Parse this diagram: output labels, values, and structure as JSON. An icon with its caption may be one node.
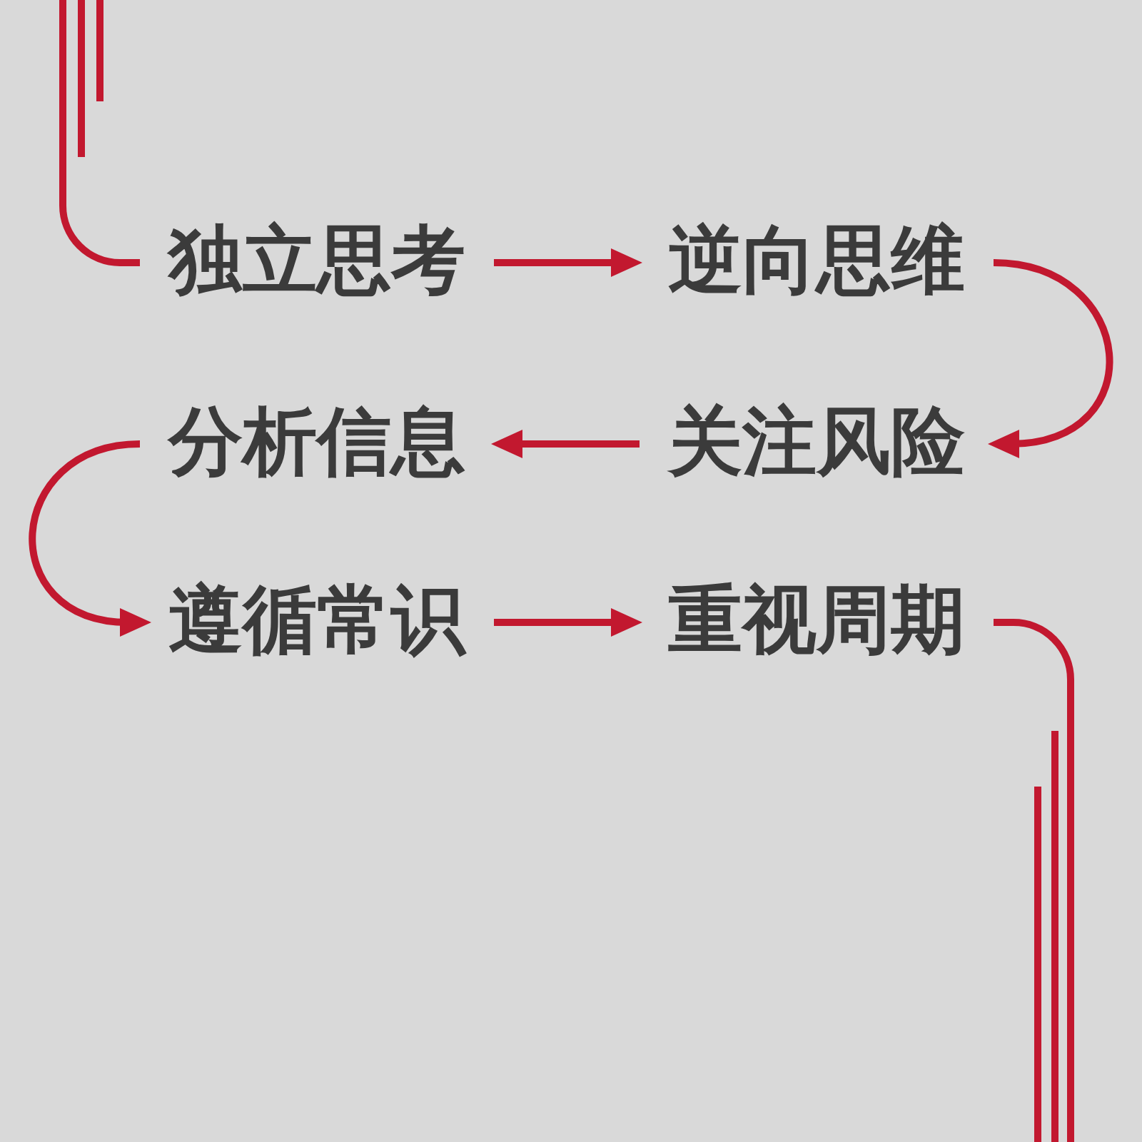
{
  "diagram": {
    "nodes": [
      {
        "text": [
          "独立思考"
        ]
      },
      {
        "text": [
          "逆向思维"
        ]
      },
      {
        "text": [
          "分析信息"
        ]
      },
      {
        "text": [
          "关注风险"
        ]
      },
      {
        "text": [
          "遵循常识"
        ]
      },
      {
        "text": [
          "重视周期"
        ]
      }
    ],
    "edges": [
      {
        "from": 0,
        "to": 1,
        "arrow": "to"
      },
      {
        "from": 1,
        "to": 3,
        "arrow": "to"
      },
      {
        "from": 3,
        "to": 2,
        "arrow": "to"
      },
      {
        "from": 2,
        "to": 4,
        "arrow": "to"
      },
      {
        "from": 4,
        "to": 5,
        "arrow": "to"
      },
      {
        "from": null,
        "to": 0,
        "arrow": "none"
      },
      {
        "from": 5,
        "to": null,
        "arrow": "none"
      }
    ]
  }
}
